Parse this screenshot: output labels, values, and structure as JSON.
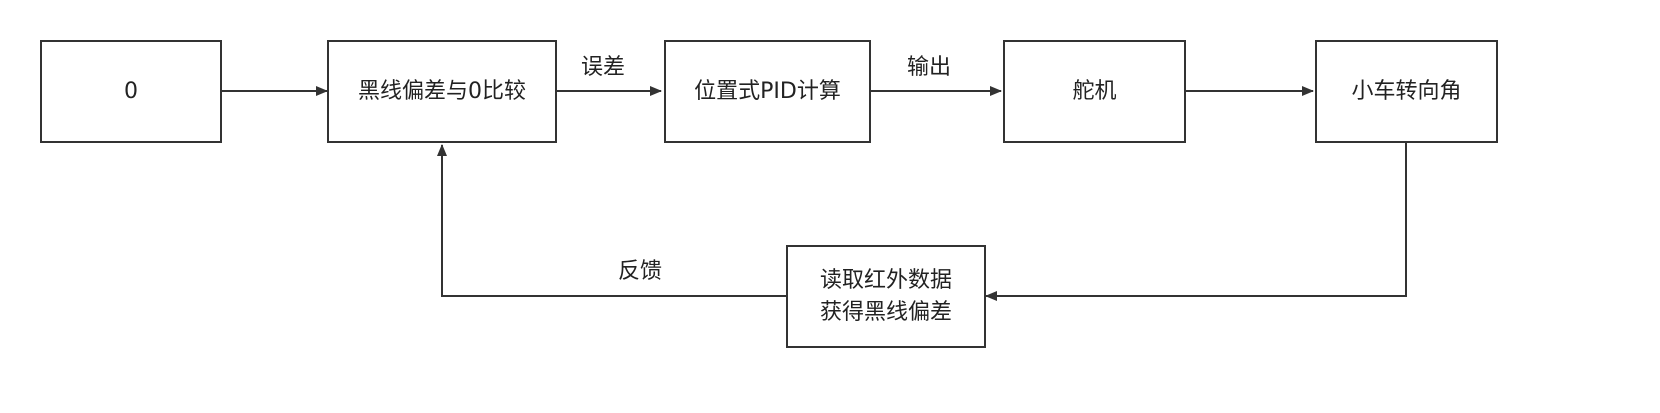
{
  "colors": {
    "stroke": "#333333",
    "text": "#222222",
    "background": "#ffffff"
  },
  "nodes": {
    "setpoint": "0",
    "compare": "黑线偏差与0比较",
    "pid": "位置式PID计算",
    "servo": "舵机",
    "steering": "小车转向角",
    "sensor_line1": "读取红外数据",
    "sensor_line2": "获得黑线偏差"
  },
  "edges": {
    "error": "误差",
    "output": "输出",
    "feedback": "反馈"
  }
}
